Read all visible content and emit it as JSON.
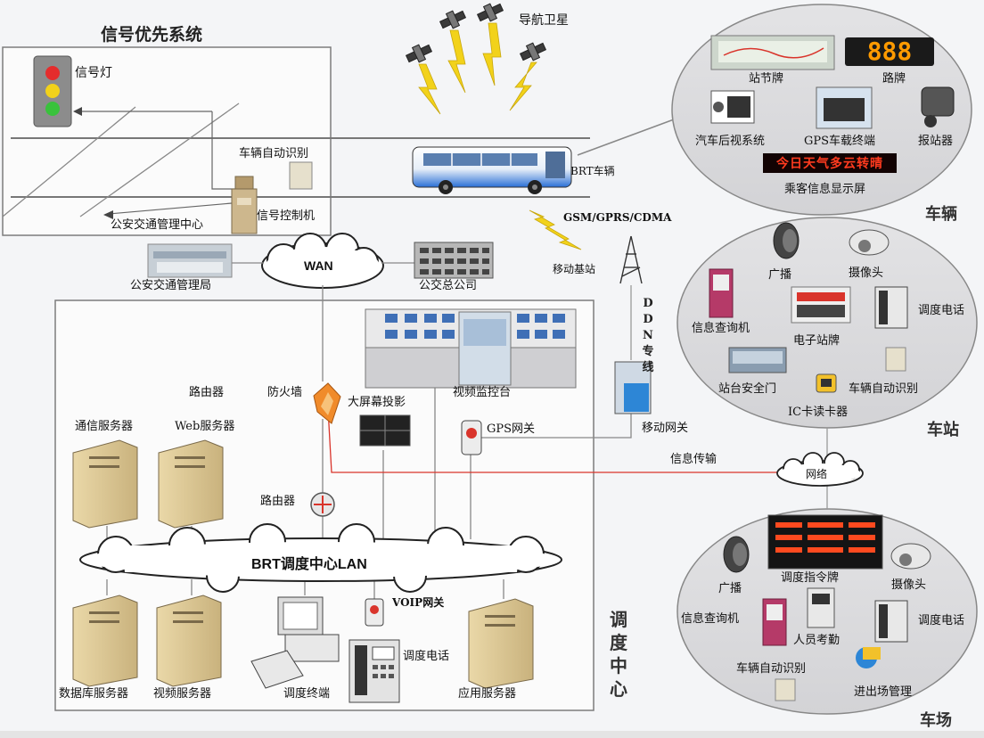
{
  "signal_system": {
    "title": "信号优先系统",
    "traffic_light": "信号灯",
    "vehicle_id": "车辆自动识别",
    "signal_controller": "信号控制机",
    "police_center": "公安交通管理中心"
  },
  "top": {
    "satellite": "导航卫星",
    "bus": "BRT车辆",
    "gsm": "GSM/GPRS/CDMA",
    "base_station": "移动基站",
    "ddn": "DDN专线",
    "wan": "WAN",
    "police_bureau": "公安交通管理局",
    "bus_company": "公交总公司"
  },
  "dispatch": {
    "vertical_title": "调度中心",
    "router_label": "路由器",
    "firewall": "防火墙",
    "comm_server": "通信服务器",
    "web_server": "Web服务器",
    "big_screen": "大屏幕投影",
    "video_monitor": "视频监控台",
    "gps_gateway": "GPS网关",
    "mobile_gateway": "移动网关",
    "router2": "路由器",
    "lan": "BRT调度中心LAN",
    "voip": "VOIP网关",
    "dispatch_phone": "调度电话",
    "db_server": "数据库服务器",
    "video_server": "视频服务器",
    "dispatch_terminal": "调度终端",
    "app_server": "应用服务器",
    "info_transfer": "信息传输"
  },
  "vehicle": {
    "section_label": "车辆",
    "stop_sign": "站节牌",
    "route_sign": "路牌",
    "route_number": "888",
    "rear_view": "汽车后视系统",
    "gps_terminal": "GPS车载终端",
    "announcer": "报站器",
    "led_text": "今日天气多云转晴",
    "passenger_display": "乘客信息显示屏"
  },
  "station": {
    "section_label": "车站",
    "broadcast": "广播",
    "camera": "摄像头",
    "kiosk": "信息查询机",
    "e_sign": "电子站牌",
    "phone": "调度电话",
    "safety_door": "站台安全门",
    "vehicle_id": "车辆自动识别",
    "ic_reader": "IC卡读卡器",
    "network": "网络"
  },
  "depot": {
    "section_label": "车场",
    "broadcast": "广播",
    "command_sign": "调度指令牌",
    "camera": "摄像头",
    "kiosk": "信息查询机",
    "attendance": "人员考勤",
    "phone": "调度电话",
    "vehicle_id": "车辆自动识别",
    "depot_mgmt": "进出场管理"
  },
  "colors": {
    "line": "#8e8e8e",
    "red_line": "#d9342b",
    "signal_lightning": "#f2d21a",
    "bus_blue": "#2a6fd6",
    "panel_fill": "#dedee0"
  }
}
